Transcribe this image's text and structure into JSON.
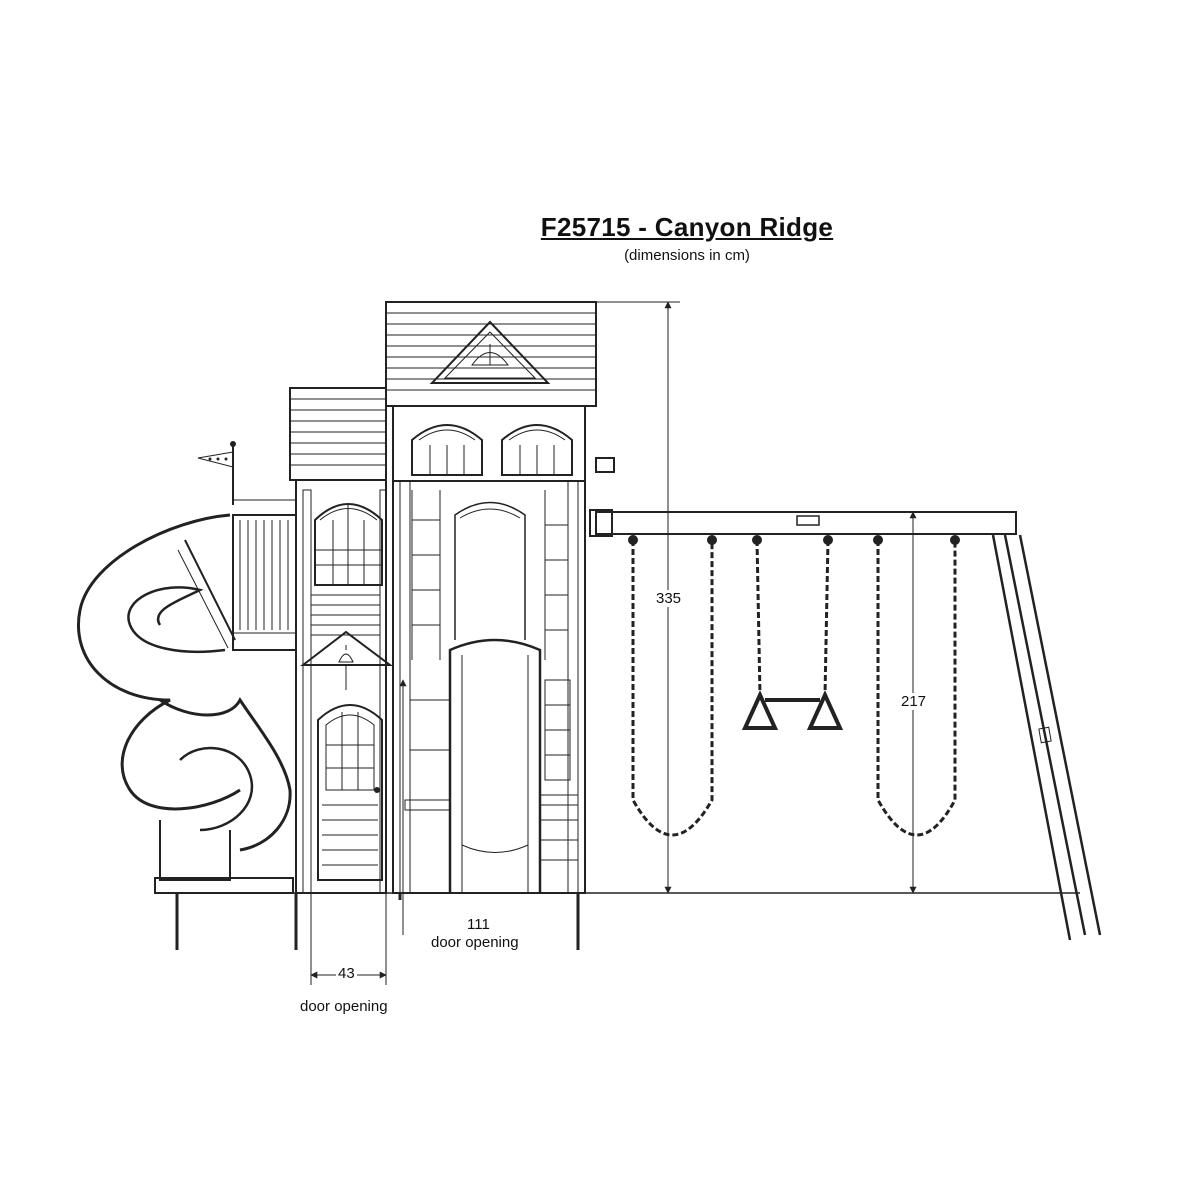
{
  "title": "F25715 - Canyon Ridge",
  "subtitle": "(dimensions in cm)",
  "dimensions": {
    "total_height": "335",
    "swing_beam_height": "217",
    "left_door_width": "43",
    "left_door_caption": "door opening",
    "right_door_width": "111",
    "right_door_caption": "door opening"
  }
}
